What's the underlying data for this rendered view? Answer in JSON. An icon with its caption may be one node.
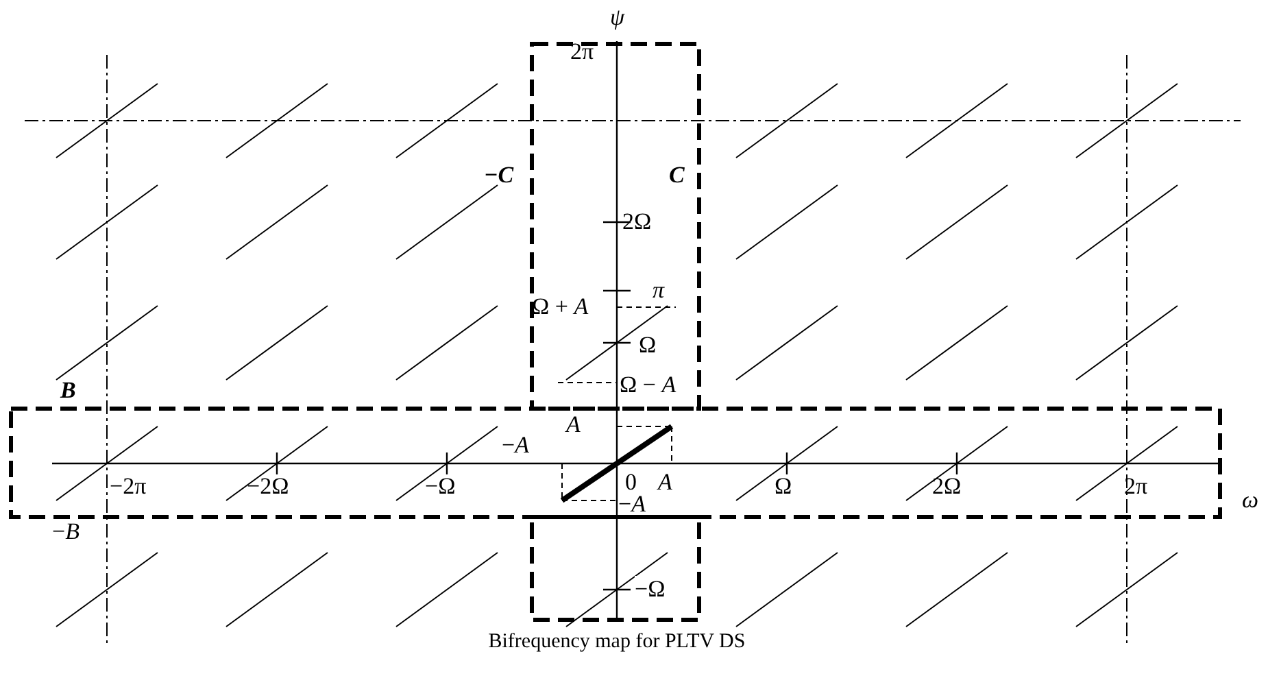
{
  "diagram": {
    "caption": "Bifrequency map for PLTV DS",
    "labels": [
      "ψ",
      "2π",
      "−C",
      "C",
      "2Ω",
      "π",
      "Ω + *A*",
      "Ω",
      "B",
      "Ω − *A*",
      "A",
      "−*A*",
      "ω",
      "−2π",
      "−2Ω",
      "−Ω",
      "0",
      "A",
      "Ω",
      "2Ω",
      "2π",
      "−*A*",
      "−*B*",
      "−Ω"
    ]
  }
}
